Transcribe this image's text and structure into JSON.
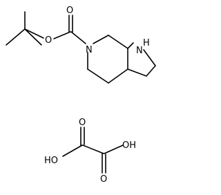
{
  "structure": {
    "molecule_1": {
      "atoms": {
        "o_carbonyl": "O",
        "o_ester": "O",
        "n_piperidine": "N",
        "nh_azetidine_n": "N",
        "nh_azetidine_h": "H"
      }
    },
    "molecule_2": {
      "atoms": {
        "o_top": "O",
        "o_bottom": "O",
        "oh_left": "HO",
        "oh_right": "OH"
      }
    }
  },
  "colors": {
    "bonds": "#000000",
    "labels": "#000000",
    "background": "#ffffff"
  }
}
